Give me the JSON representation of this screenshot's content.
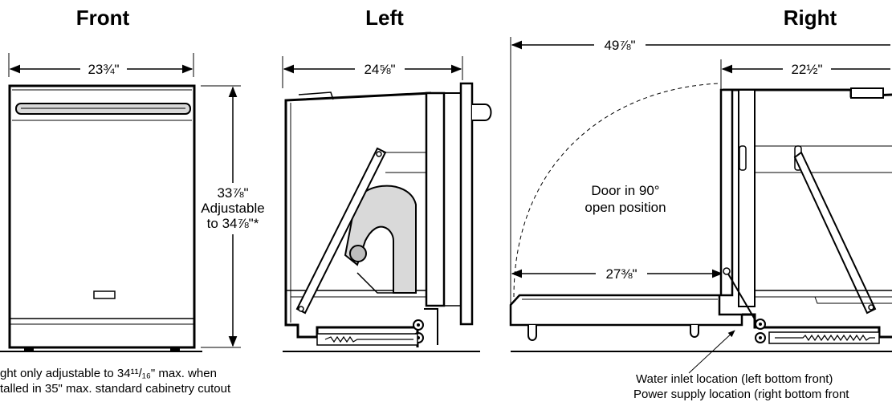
{
  "titles": {
    "front": "Front",
    "left": "Left",
    "right": "Right"
  },
  "dimensions": {
    "front_width": "23¾\"",
    "front_height": "33⅞\"",
    "adjustable_label": "Adjustable",
    "adjustable_to": "to 34⅞\"*",
    "left_depth": "24⅝\"",
    "right_total_depth": "49⅞\"",
    "right_depth": "22½\"",
    "door_open_depth": "27⅜\""
  },
  "notes": {
    "door_line1": "Door in 90°",
    "door_line2": "open position",
    "footnote_line1": "ght only adjustable to 34¹¹/₁₆\" max. when",
    "footnote_line2": "talled in 35\" max. standard cabinetry cutout",
    "water_inlet": "Water inlet location (left bottom front)",
    "power_supply": "Power supply location (right bottom front"
  },
  "colors": {
    "line": "#000000",
    "panel": "#ffffff",
    "shade": "#d9d9d9"
  }
}
